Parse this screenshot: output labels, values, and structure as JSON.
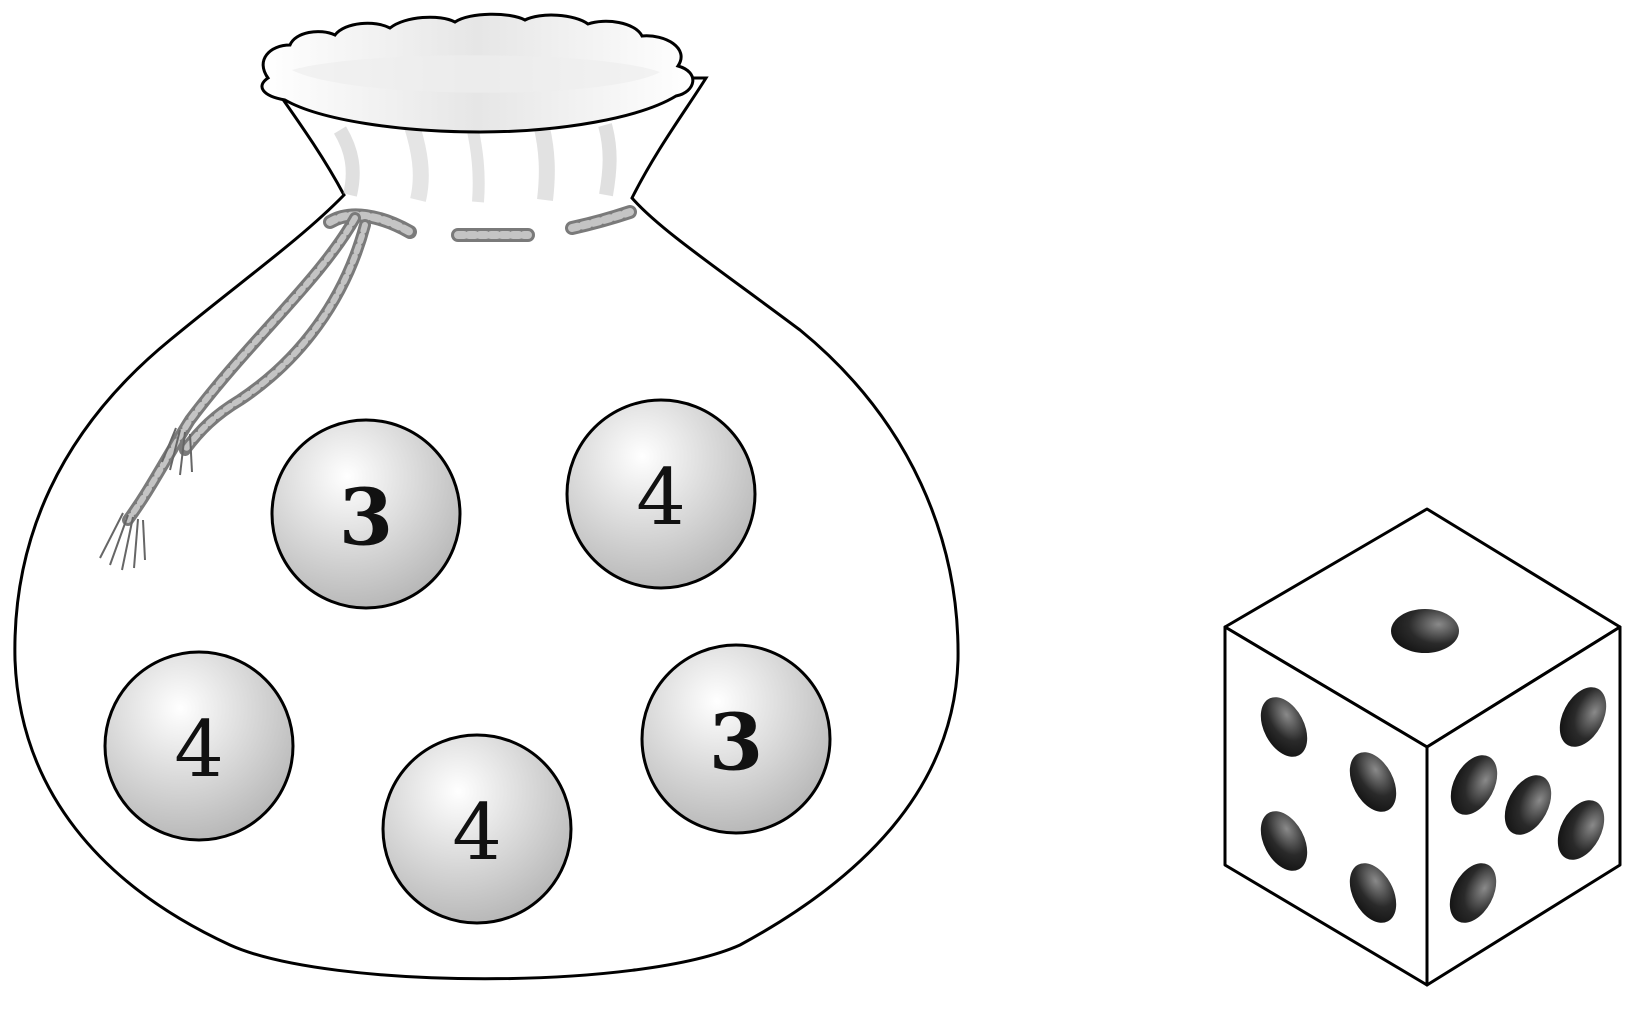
{
  "colors": {
    "outline": "#000000",
    "rope": "#8a8a8a",
    "ball_highlight": "#ffffff",
    "ball_shade": "#b8b8b8",
    "pip": "#1a1a1a"
  },
  "bag": {
    "balls": [
      {
        "label": "3",
        "bold": true
      },
      {
        "label": "4",
        "bold": false
      },
      {
        "label": "4",
        "bold": false
      },
      {
        "label": "4",
        "bold": false
      },
      {
        "label": "3",
        "bold": true
      }
    ]
  },
  "die": {
    "top_face": 1,
    "left_face": 4,
    "right_face": 5
  }
}
